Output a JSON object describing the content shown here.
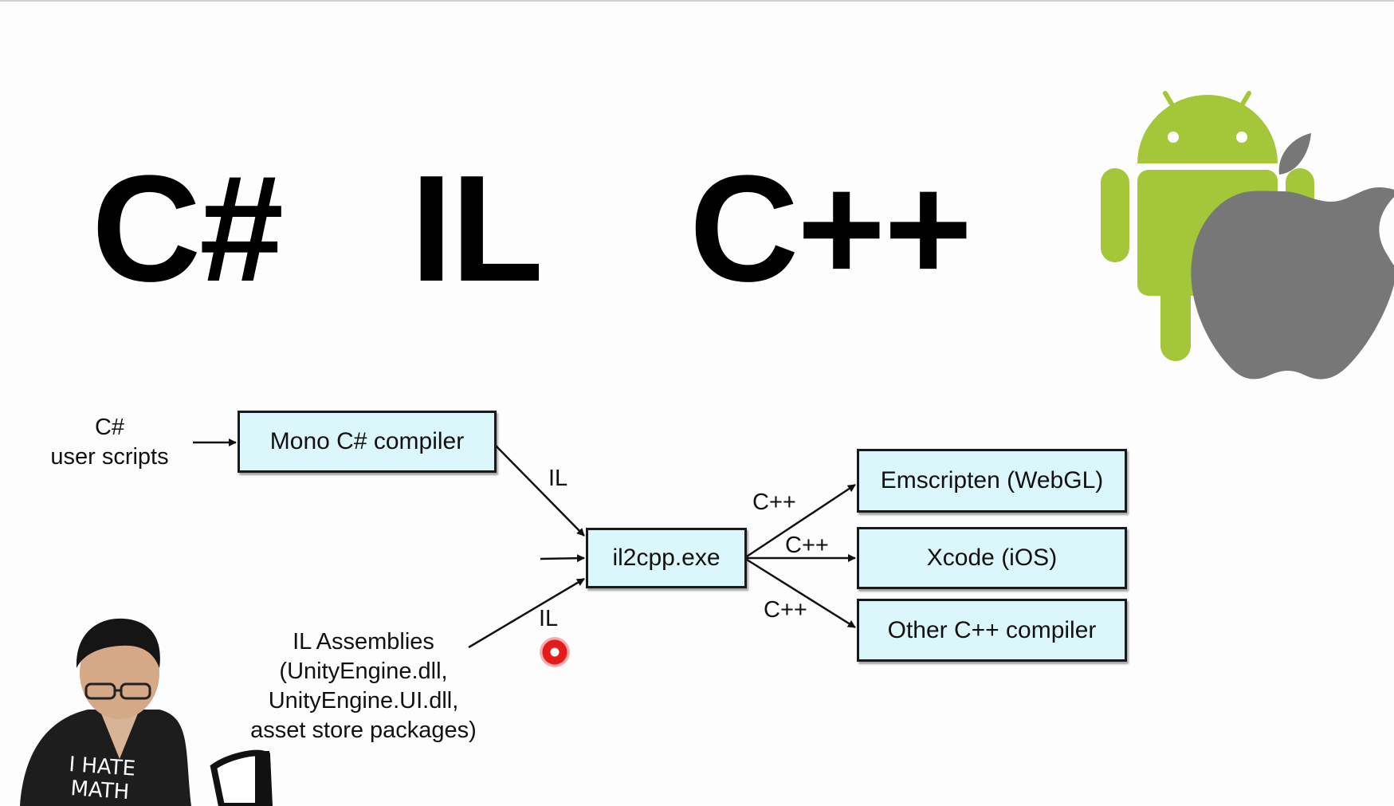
{
  "slide": {
    "headings": [
      "C#",
      "IL",
      "C++"
    ]
  },
  "diagram": {
    "inputs": {
      "scripts_line1": "C#",
      "scripts_line2": "user scripts",
      "assemblies_lines": [
        "IL Assemblies",
        "(UnityEngine.dll,",
        "UnityEngine.UI.dll,",
        "asset store packages)"
      ]
    },
    "boxes": {
      "compiler": "Mono C# compiler",
      "il2cpp": "il2cpp.exe",
      "webgl": "Emscripten (WebGL)",
      "xcode": "Xcode (iOS)",
      "other": "Other C++ compiler"
    },
    "edge_labels": {
      "il_top": "IL",
      "il_bottom": "IL",
      "cpp_top": "C++",
      "cpp_mid": "C++",
      "cpp_bottom": "C++"
    }
  },
  "logos": {
    "android_color": "#a4c639",
    "apple_color": "#777777"
  },
  "webcam": {
    "shirt_text_line1": "I HATE",
    "shirt_text_line2": "MATH"
  }
}
